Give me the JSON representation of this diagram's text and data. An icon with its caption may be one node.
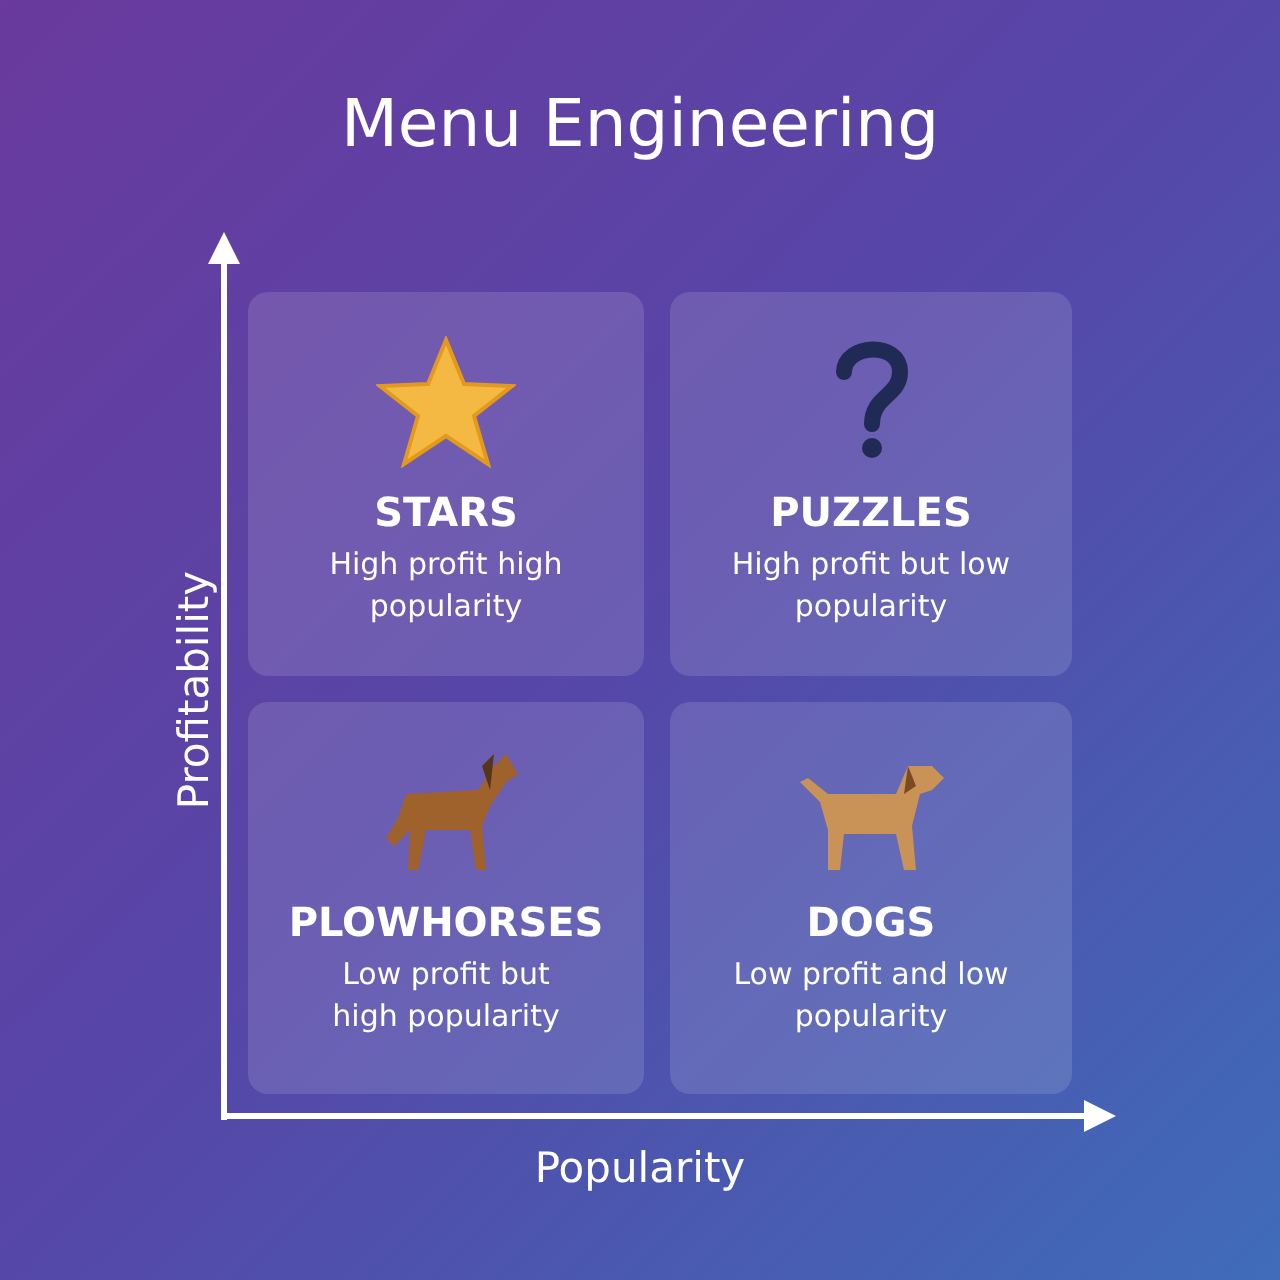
{
  "diagram": {
    "title": "Menu Engineering",
    "nodes": [
      {
        "text": [
          "STARS",
          "High profit high popularity"
        ]
      },
      {
        "text": [
          "PUZZLES",
          "High profit but low popularity"
        ]
      },
      {
        "text": [
          "PLOWHORSES",
          "Low profit but high popularity"
        ]
      },
      {
        "text": [
          "DOGS",
          "Low profit and low popularity"
        ]
      }
    ],
    "labels": [
      "Profitability",
      "Popularity"
    ]
  }
}
